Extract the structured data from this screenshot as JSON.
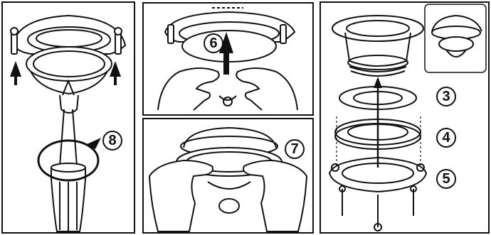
{
  "steps": {
    "s3": "3",
    "s4": "4",
    "s5": "5",
    "s6": "6",
    "s7": "7",
    "s8": "8"
  },
  "colors": {
    "line": "#111111",
    "paper": "#ffffff"
  }
}
